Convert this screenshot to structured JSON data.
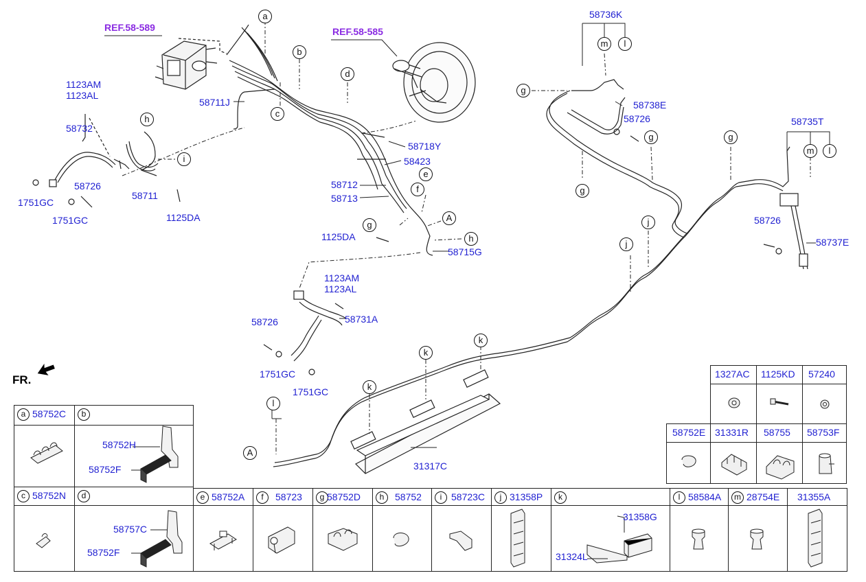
{
  "refs": [
    "REF.58-589",
    "REF.58-585"
  ],
  "fr_label": "FR.",
  "callouts": {
    "a": "a",
    "b": "b",
    "c": "c",
    "d": "d",
    "e": "e",
    "f": "f",
    "g": "g",
    "h": "h",
    "i": "i",
    "j": "j",
    "k": "k",
    "l": "l",
    "m": "m",
    "A": "A"
  },
  "parts": {
    "p58711J": "58711J",
    "p1123AM_1": "1123AM",
    "p1123AL_1": "1123AL",
    "p58732": "58732",
    "p58726_1": "58726",
    "p1751GC_1": "1751GC",
    "p1751GC_2": "1751GC",
    "p58711": "58711",
    "p1125DA_1": "1125DA",
    "p58718Y": "58718Y",
    "p58423": "58423",
    "p58712": "58712",
    "p58713": "58713",
    "p1125DA_2": "1125DA",
    "p58715G": "58715G",
    "p1123AM_2": "1123AM",
    "p1123AL_2": "1123AL",
    "p58731A": "58731A",
    "p58726_2": "58726",
    "p1751GC_3": "1751GC",
    "p1751GC_4": "1751GC",
    "p58736K": "58736K",
    "p58738E": "58738E",
    "p58726_3": "58726",
    "p58735T": "58735T",
    "p58726_4": "58726",
    "p58737E": "58737E",
    "p31317C": "31317C"
  },
  "table_right_top": [
    "1327AC",
    "1125KD",
    "57240"
  ],
  "table_right_mid": [
    "58752E",
    "31331R",
    "58755",
    "58753F"
  ],
  "table_left": {
    "a_num": "58752C",
    "b_parts": [
      "58752H",
      "58752F"
    ],
    "c_num": "58752N",
    "d_parts": [
      "58757C",
      "58752F"
    ]
  },
  "table_bottom": [
    {
      "l": "e",
      "num": "58752A"
    },
    {
      "l": "f",
      "num": "58723"
    },
    {
      "l": "g",
      "num": "58752D"
    },
    {
      "l": "h",
      "num": "58752"
    },
    {
      "l": "i",
      "num": "58723C"
    },
    {
      "l": "j",
      "num": "31358P"
    },
    {
      "l": "k",
      "num": ""
    },
    {
      "l": "l",
      "num": "58584A"
    },
    {
      "l": "m",
      "num": "28754E"
    },
    {
      "l": "",
      "num": "31355A"
    }
  ],
  "k_parts": [
    "31358G",
    "31324L"
  ]
}
